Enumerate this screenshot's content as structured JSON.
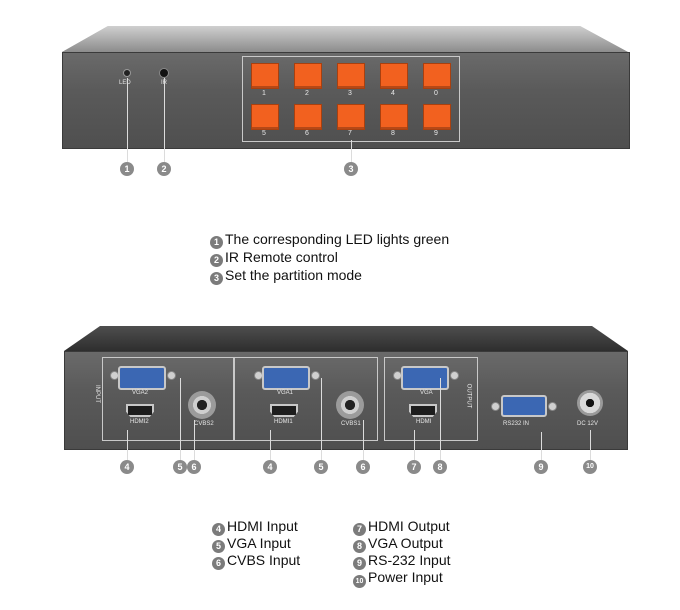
{
  "front_panel": {
    "led_label": "LED",
    "ir_label": "IR",
    "buttons_top": [
      "1",
      "2",
      "3",
      "4",
      "0"
    ],
    "buttons_bottom": [
      "5",
      "6",
      "7",
      "8",
      "9"
    ],
    "callouts": [
      "1",
      "2",
      "3"
    ]
  },
  "front_legend": [
    {
      "num": "1",
      "text": "The corresponding LED lights green"
    },
    {
      "num": "2",
      "text": "IR Remote control"
    },
    {
      "num": "3",
      "text": "Set the partition mode"
    }
  ],
  "rear_panel": {
    "input_label": "INPUT",
    "output_label": "OUTPUT",
    "vga2": "VGA2",
    "hdmi2": "HDMI2",
    "cvbs2": "CVBS2",
    "vga1": "VGA1",
    "hdmi1": "HDMI1",
    "cvbs1": "CVBS1",
    "vga": "VGA",
    "hdmi": "HDMI",
    "rs232": "RS232  IN",
    "dc": "DC 12V",
    "callouts": [
      "4",
      "5",
      "6",
      "4",
      "5",
      "6",
      "7",
      "8",
      "9",
      "10"
    ]
  },
  "rear_legend_left": [
    {
      "num": "4",
      "text": "HDMI Input"
    },
    {
      "num": "5",
      "text": "VGA Input"
    },
    {
      "num": "6",
      "text": "CVBS Input"
    }
  ],
  "rear_legend_right": [
    {
      "num": "7",
      "text": "HDMI Output"
    },
    {
      "num": "8",
      "text": "VGA Output"
    },
    {
      "num": "9",
      "text": "RS-232  Input"
    },
    {
      "num": "10",
      "text": "Power Input"
    }
  ],
  "colors": {
    "button": "#f2611f",
    "chassis": "#5a5a5a",
    "vga_port": "#3b67b3"
  }
}
